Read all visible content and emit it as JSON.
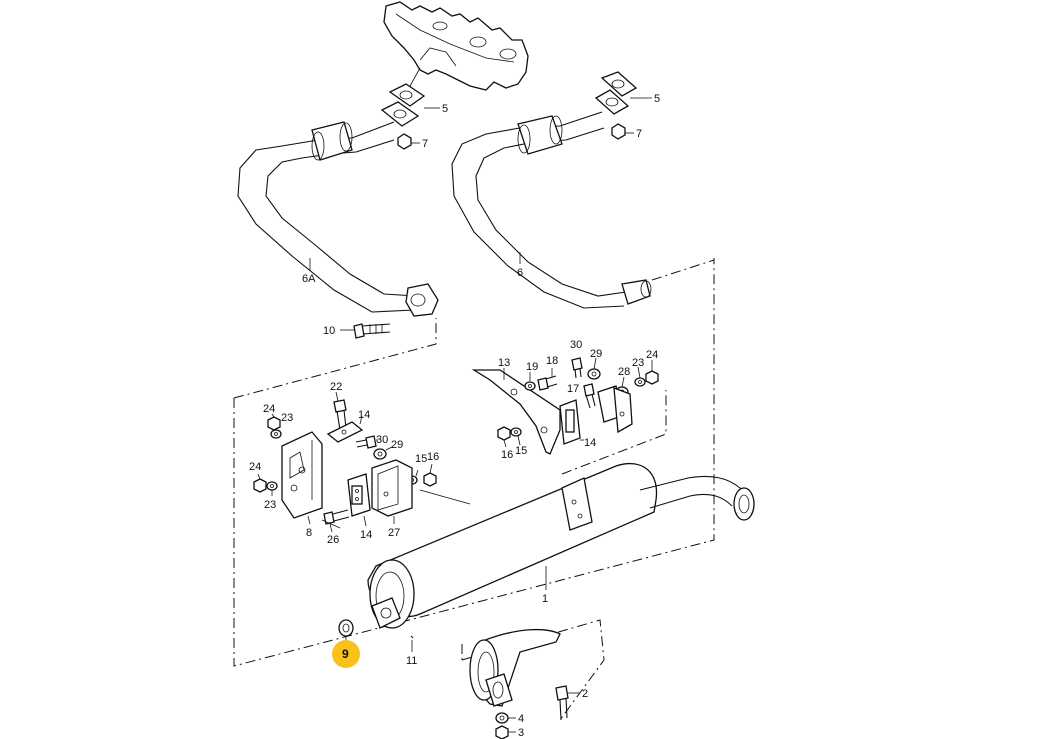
{
  "callouts": [
    {
      "id": "manifold-gasket-left",
      "text": "5"
    },
    {
      "id": "manifold-gasket-right",
      "text": "5"
    },
    {
      "id": "nut-left",
      "text": "7"
    },
    {
      "id": "nut-right",
      "text": "7"
    },
    {
      "id": "pipe-left",
      "text": "6A"
    },
    {
      "id": "pipe-right",
      "text": "6"
    },
    {
      "id": "bolt-10",
      "text": "10"
    },
    {
      "id": "bracket-13",
      "text": "13"
    },
    {
      "id": "bolt-19",
      "text": "19"
    },
    {
      "id": "bolt-18",
      "text": "18"
    },
    {
      "id": "bolt-30-right",
      "text": "30"
    },
    {
      "id": "washer-29-right",
      "text": "29"
    },
    {
      "id": "bolt-17",
      "text": "17"
    },
    {
      "id": "washer-28",
      "text": "28"
    },
    {
      "id": "washer-23-right",
      "text": "23"
    },
    {
      "id": "nut-24-right",
      "text": "24"
    },
    {
      "id": "nut-16-right",
      "text": "16"
    },
    {
      "id": "washer-15-right",
      "text": "15"
    },
    {
      "id": "mount-14-right",
      "text": "14"
    },
    {
      "id": "bolt-22",
      "text": "22"
    },
    {
      "id": "nut-24-upper",
      "text": "24"
    },
    {
      "id": "washer-23-upper",
      "text": "23"
    },
    {
      "id": "mount-14-top",
      "text": "14"
    },
    {
      "id": "bolt-30-left",
      "text": "30"
    },
    {
      "id": "washer-29-left",
      "text": "29"
    },
    {
      "id": "washer-15-left",
      "text": "15"
    },
    {
      "id": "nut-16-left",
      "text": "16"
    },
    {
      "id": "nut-24-lower",
      "text": "24"
    },
    {
      "id": "washer-23-lower",
      "text": "23"
    },
    {
      "id": "bracket-8",
      "text": "8"
    },
    {
      "id": "bolt-26",
      "text": "26"
    },
    {
      "id": "mount-14-bottom",
      "text": "14"
    },
    {
      "id": "bracket-27",
      "text": "27"
    },
    {
      "id": "muffler-1",
      "text": "1"
    },
    {
      "id": "ring-9",
      "text": "9"
    },
    {
      "id": "pin-11",
      "text": "11"
    },
    {
      "id": "bolt-2",
      "text": "2"
    },
    {
      "id": "washer-4",
      "text": "4"
    },
    {
      "id": "nut-3",
      "text": "3"
    }
  ],
  "highlight": {
    "text": "9",
    "color": "#f6c21b"
  }
}
